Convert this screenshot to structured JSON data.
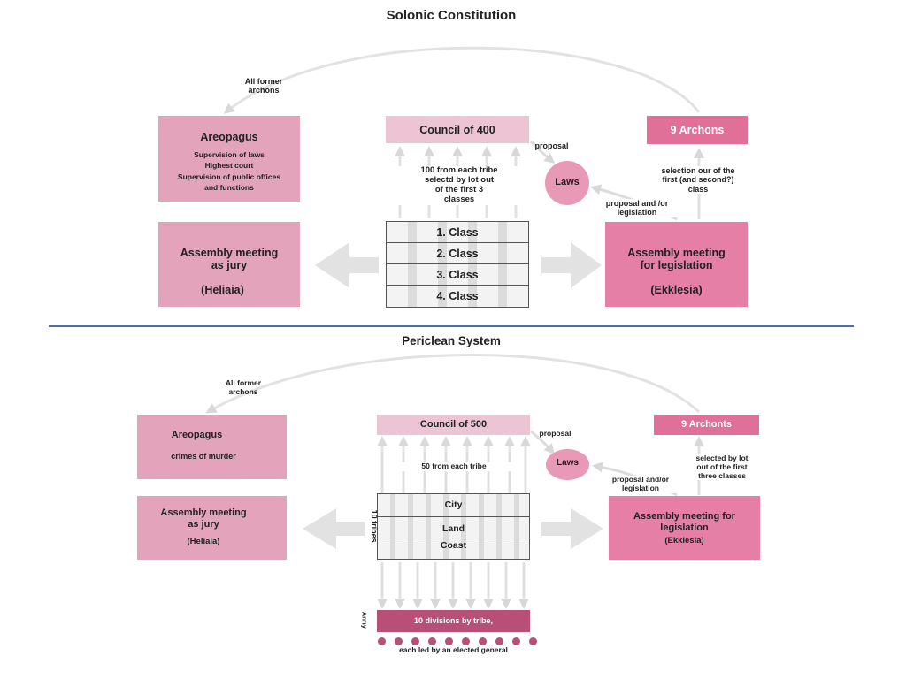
{
  "solonic": {
    "title": "Solonic Constitution",
    "former_archons": "All former\narchons",
    "areopagus": {
      "title": "Areopagus",
      "lines": "Supervision of laws\nHighest court\nSupervision of public offices\nand functions"
    },
    "council": "Council of 400",
    "council_note": "100 from each tribe\nselectd by lot out\nof the first 3\nclasses",
    "proposal": "proposal",
    "laws": "Laws",
    "archons": "9 Archons",
    "archons_note": "selection our of the\nfirst (and second?)\nclass",
    "proposal_legislation": "proposal and /or\nlegislation",
    "classes": [
      "1. Class",
      "2. Class",
      "3. Class",
      "4. Class"
    ],
    "jury": {
      "title": "Assembly meeting\nas jury",
      "name": "(Heliaia)"
    },
    "legislation": {
      "title": "Assembly meeting\nfor legislation",
      "name": "(Ekklesia)"
    }
  },
  "periclean": {
    "title": "Periclean System",
    "former_archons": "All former\narchons",
    "areopagus": {
      "title": "Areopagus",
      "lines": "crimes of murder"
    },
    "council": "Council of 500",
    "council_note": "50 from each tribe",
    "proposal": "proposal",
    "laws": "Laws",
    "archons": "9 Archonts",
    "archons_note": "selected by lot\nout of the first\nthree classes",
    "proposal_legislation": "proposal and/or\nlegislation",
    "tribes_label": "10 tribes",
    "tribe_rows": [
      "City",
      "Land",
      "Coast"
    ],
    "jury": {
      "title": "Assembly meeting\nas jury",
      "name": "(Heliaia)"
    },
    "legislation": {
      "title": "Assembly meeting for\nlegislation",
      "name": "(Ekklesia)"
    },
    "army_label": "Army",
    "divisions": "10  divisions by tribe,",
    "generals": "each led by an elected general",
    "general_dots": 10
  },
  "colors": {
    "box_pink": "#e3a3bb",
    "box_hot": "#e57fa5",
    "divider": "#4a6fb0",
    "arrow_gray": "#dcdcdc",
    "division": "#b84f76"
  }
}
